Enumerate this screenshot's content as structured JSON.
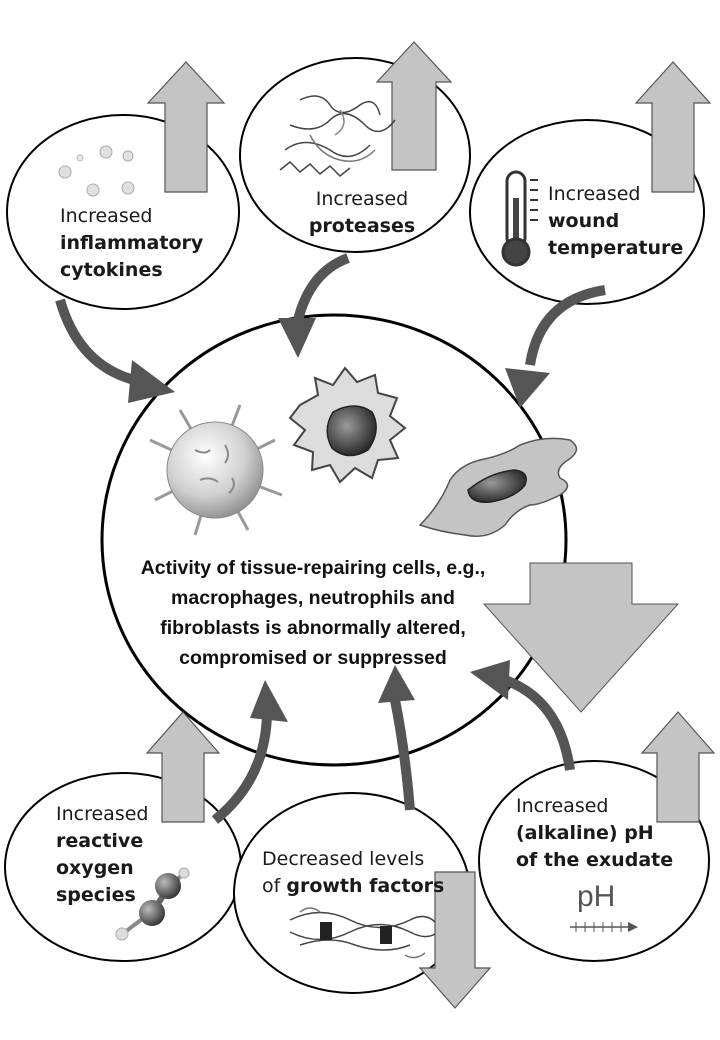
{
  "center": {
    "lines": [
      "Activity of tissue-repairing cells, e.g.,",
      "macrophages, neutrophils and",
      "fibroblasts is abnormally altered,",
      "compromised or suppressed"
    ]
  },
  "factors": {
    "cytokines": {
      "prefix": "Increased",
      "line1": "inflammatory",
      "line2": "cytokines"
    },
    "proteases": {
      "prefix": "Increased",
      "line1": "proteases"
    },
    "temperature": {
      "prefix": "Increased",
      "line1": "wound",
      "line2": "temperature"
    },
    "ros": {
      "prefix": "Increased",
      "line1": "reactive",
      "line2": "oxygen",
      "line3": "species"
    },
    "growth": {
      "prefix": "Decreased levels",
      "of_text": "of ",
      "bold": "growth factors"
    },
    "ph": {
      "prefix": "Increased",
      "line1": "(alkaline) pH",
      "line2": "of the exudate",
      "symbol": "pH"
    }
  },
  "colors": {
    "arrow_dark": "#555555",
    "arrow_light": "#c0c0c0",
    "outline": "#1a1a1a"
  }
}
